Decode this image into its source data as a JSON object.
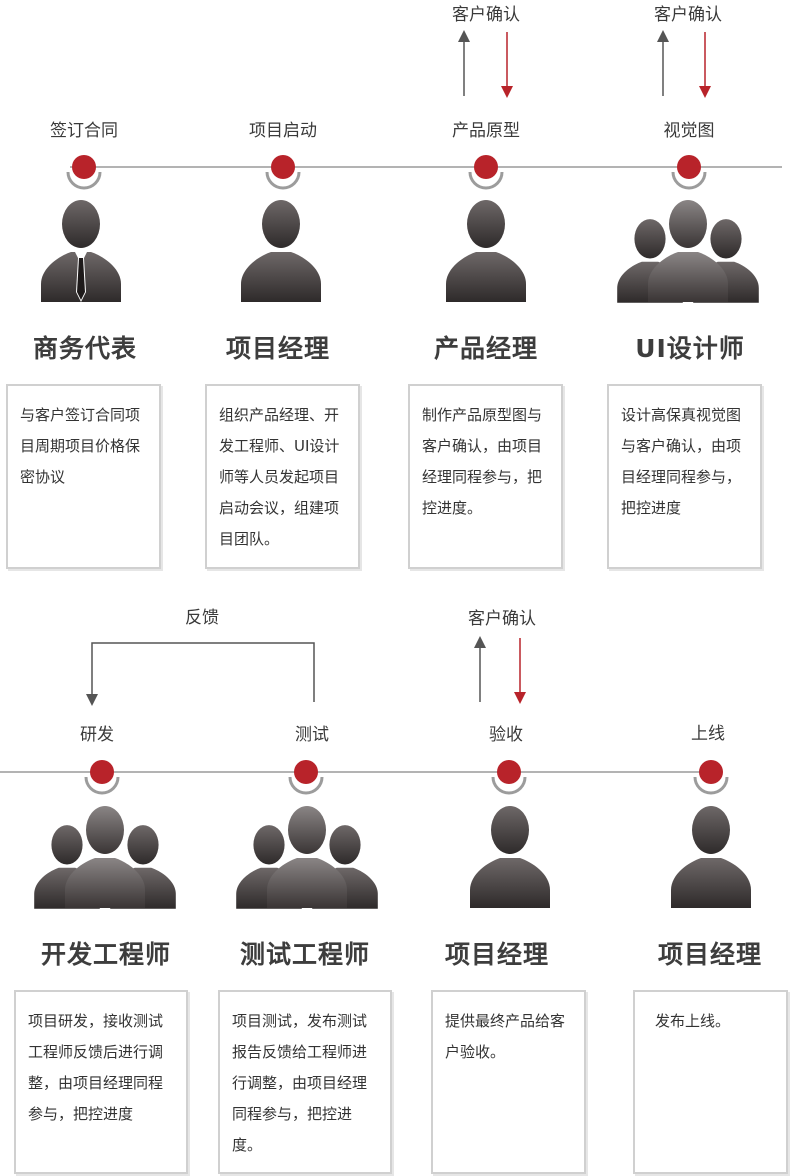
{
  "row1": {
    "steps": [
      "签订合同",
      "项目启动",
      "产品原型",
      "视觉图"
    ],
    "confirms": [
      "客户确认",
      "客户确认"
    ],
    "roles": [
      {
        "title": "商务代表",
        "icon": "businessman-icon",
        "desc": "与客户签订合同项目周期项目价格保密协议"
      },
      {
        "title": "项目经理",
        "icon": "person-icon",
        "desc": "组织产品经理、开发工程师、UI设计师等人员发起项目启动会议，组建项目团队。"
      },
      {
        "title": "产品经理",
        "icon": "person-icon",
        "desc": "制作产品原型图与客户确认，由项目经理同程参与，把控进度。"
      },
      {
        "title": "UI设计师",
        "icon": "group-icon",
        "desc": "设计高保真视觉图与客户确认，由项目经理同程参与，把控进度"
      }
    ]
  },
  "row2": {
    "feedback": "反馈",
    "confirm": "客户确认",
    "steps": [
      "研发",
      "测试",
      "验收",
      "上线"
    ],
    "roles": [
      {
        "title": "开发工程师",
        "icon": "group-icon",
        "desc": "项目研发，接收测试工程师反馈后进行调整，由项目经理同程参与，把控进度"
      },
      {
        "title": "测试工程师",
        "icon": "group-icon",
        "desc": "项目测试，发布测试报告反馈给工程师进行调整，由项目经理同程参与，把控进度。"
      },
      {
        "title": "项目经理",
        "icon": "person-icon",
        "desc": "提供最终产品给客户验收。"
      },
      {
        "title": "项目经理",
        "icon": "person-icon",
        "desc": "发布上线。"
      }
    ]
  },
  "colors": {
    "node": "#b8232a",
    "arrow_up": "#555555",
    "arrow_down": "#b8232a",
    "figure": "#4a4444",
    "line": "#9a9a9a"
  }
}
